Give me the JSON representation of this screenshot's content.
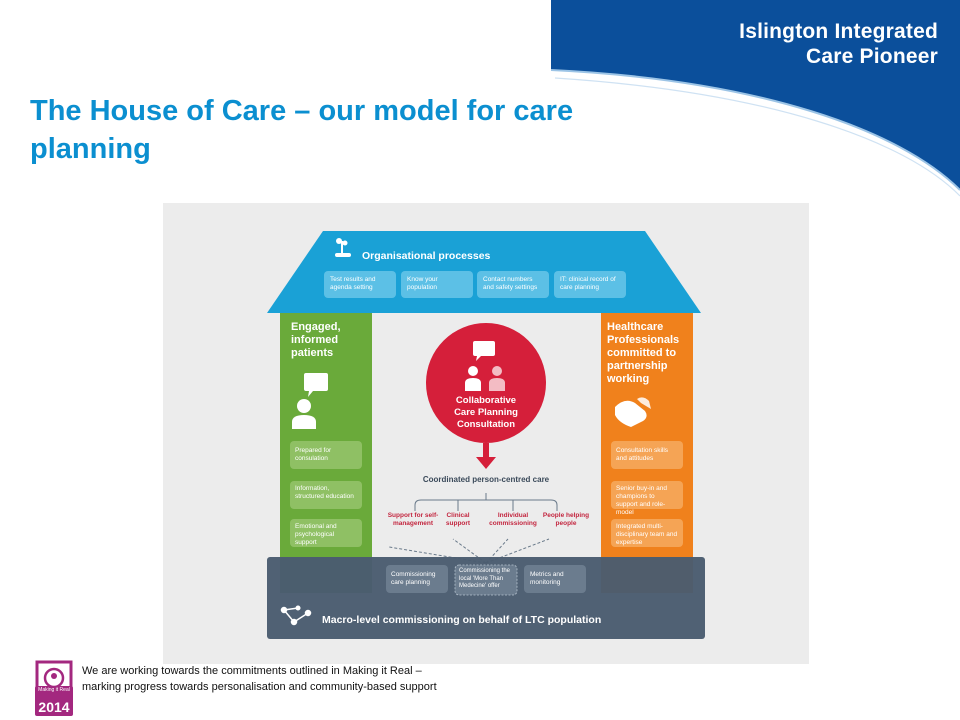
{
  "brand": {
    "line1": "Islington Integrated",
    "line2": "Care Pioneer",
    "color": "#0b4f9b"
  },
  "slide": {
    "title": "The House of Care – our model for care planning",
    "title_color": "#0b8fd0"
  },
  "house": {
    "roof": {
      "title": "Organisational processes",
      "color": "#1aa1d6",
      "boxes": [
        "Test results and agenda setting",
        "Know your population",
        "Contact numbers and safety settings",
        "IT: clinical record of care planning"
      ]
    },
    "left_pillar": {
      "title": "Engaged, informed patients",
      "color": "#6aaa3a",
      "boxes": [
        "Prepared for consulation",
        "Information, structured education",
        "Emotional and psychological support"
      ]
    },
    "right_pillar": {
      "title": "Healthcare Professionals committed to partnership working",
      "color": "#f0811c",
      "boxes": [
        "Consultation skills and attitudes",
        "Senior buy-in and champions to support and role-model",
        "Integrated multi-disciplinary team and expertise"
      ]
    },
    "centre": {
      "title": "Collaborative Care Planning Consultation",
      "color": "#d51f3a",
      "outcome": "Coordinated person-centred care",
      "branches": [
        "Support for self-management",
        "Clinical support",
        "Individual commissioning",
        "People helping people"
      ]
    },
    "foundation": {
      "title": "Macro-level commissioning on behalf of LTC population",
      "color": "#4a5c70",
      "boxes": [
        "Commissioning care planning",
        "Commissioning the local 'More Than Medecine' offer",
        "Metrics and monitoring"
      ]
    }
  },
  "footer": {
    "line1": "We are working towards the commitments outlined in Making it Real –",
    "line2": "marking progress towards personalisation and community-based support",
    "badge_text": "Making it Real",
    "badge_year": "2014",
    "badge_color": "#a3287f"
  },
  "icons": [
    "hand-plant-icon",
    "speech-person-icon",
    "handshake-icon",
    "people-speech-icon",
    "network-icon",
    "down-arrow-icon"
  ]
}
